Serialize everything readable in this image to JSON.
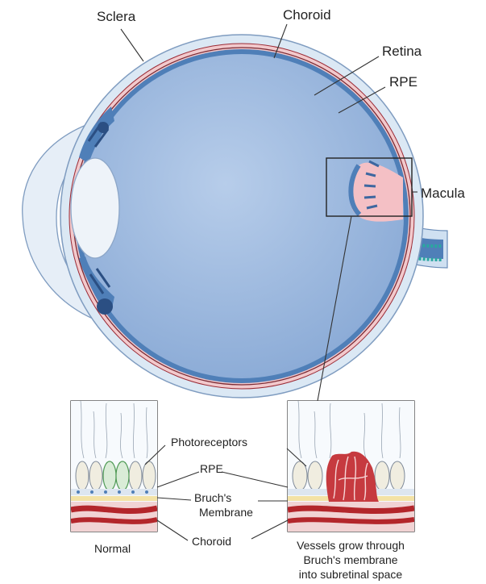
{
  "labels": {
    "sclera": "Sclera",
    "choroid_top": "Choroid",
    "retina": "Retina",
    "rpe_top": "RPE",
    "macula": "Macula",
    "photoreceptors": "Photoreceptors",
    "rpe_bottom": "RPE",
    "bruchs_line1": "Bruch's",
    "bruchs_line2": "Membrane",
    "choroid_bottom": "Choroid",
    "normal": "Normal",
    "caption_line1": "Vessels grow through",
    "caption_line2": "Bruch's membrane",
    "caption_line3": "into subretinal space"
  },
  "colors": {
    "sclera": "#dbe8f4",
    "choroid": "#f2c9cc",
    "retina": "#4f7fb8",
    "vitreous": "#9ab8df",
    "macula": "#f4c0c5",
    "vessel": "#b3262b"
  }
}
